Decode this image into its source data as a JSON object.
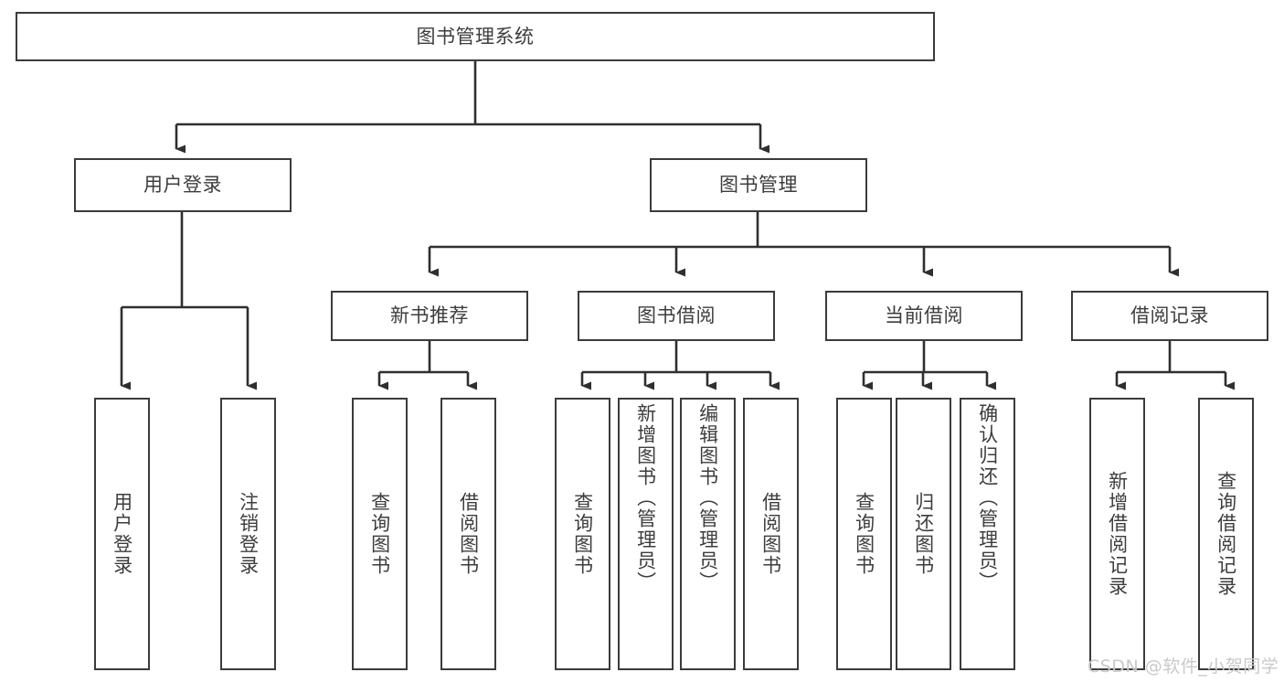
{
  "diagram": {
    "title": "图书管理系统",
    "type": "tree-hierarchy",
    "colors": {
      "box_border": "#3b3b3b",
      "box_fill": "#ffffff",
      "edge": "#2f2f2f",
      "text": "#3d3d3d",
      "watermark": "#c9c9c9"
    },
    "root": {
      "label": "图书管理系统"
    },
    "level1": [
      {
        "label": "用户登录"
      },
      {
        "label": "图书管理"
      }
    ],
    "level2": [
      {
        "label": "新书推荐"
      },
      {
        "label": "图书借阅"
      },
      {
        "label": "当前借阅"
      },
      {
        "label": "借阅记录"
      }
    ],
    "leaves": {
      "user_login": [
        {
          "label": "用户登录"
        },
        {
          "label": "注销登录"
        }
      ],
      "new_book_recommend": [
        {
          "label": "查询图书"
        },
        {
          "label": "借阅图书"
        }
      ],
      "book_borrow": [
        {
          "label": "查询图书"
        },
        {
          "label": "新增图书（管理员）"
        },
        {
          "label": "编辑图书（管理员）"
        },
        {
          "label": "借阅图书"
        }
      ],
      "current_borrow": [
        {
          "label": "查询图书"
        },
        {
          "label": "归还图书"
        },
        {
          "label": "确认归还（管理员）"
        }
      ],
      "borrow_record": [
        {
          "label": "新增借阅记录"
        },
        {
          "label": "查询借阅记录"
        }
      ]
    },
    "watermark": "CSDN @软件_小贺同学"
  }
}
